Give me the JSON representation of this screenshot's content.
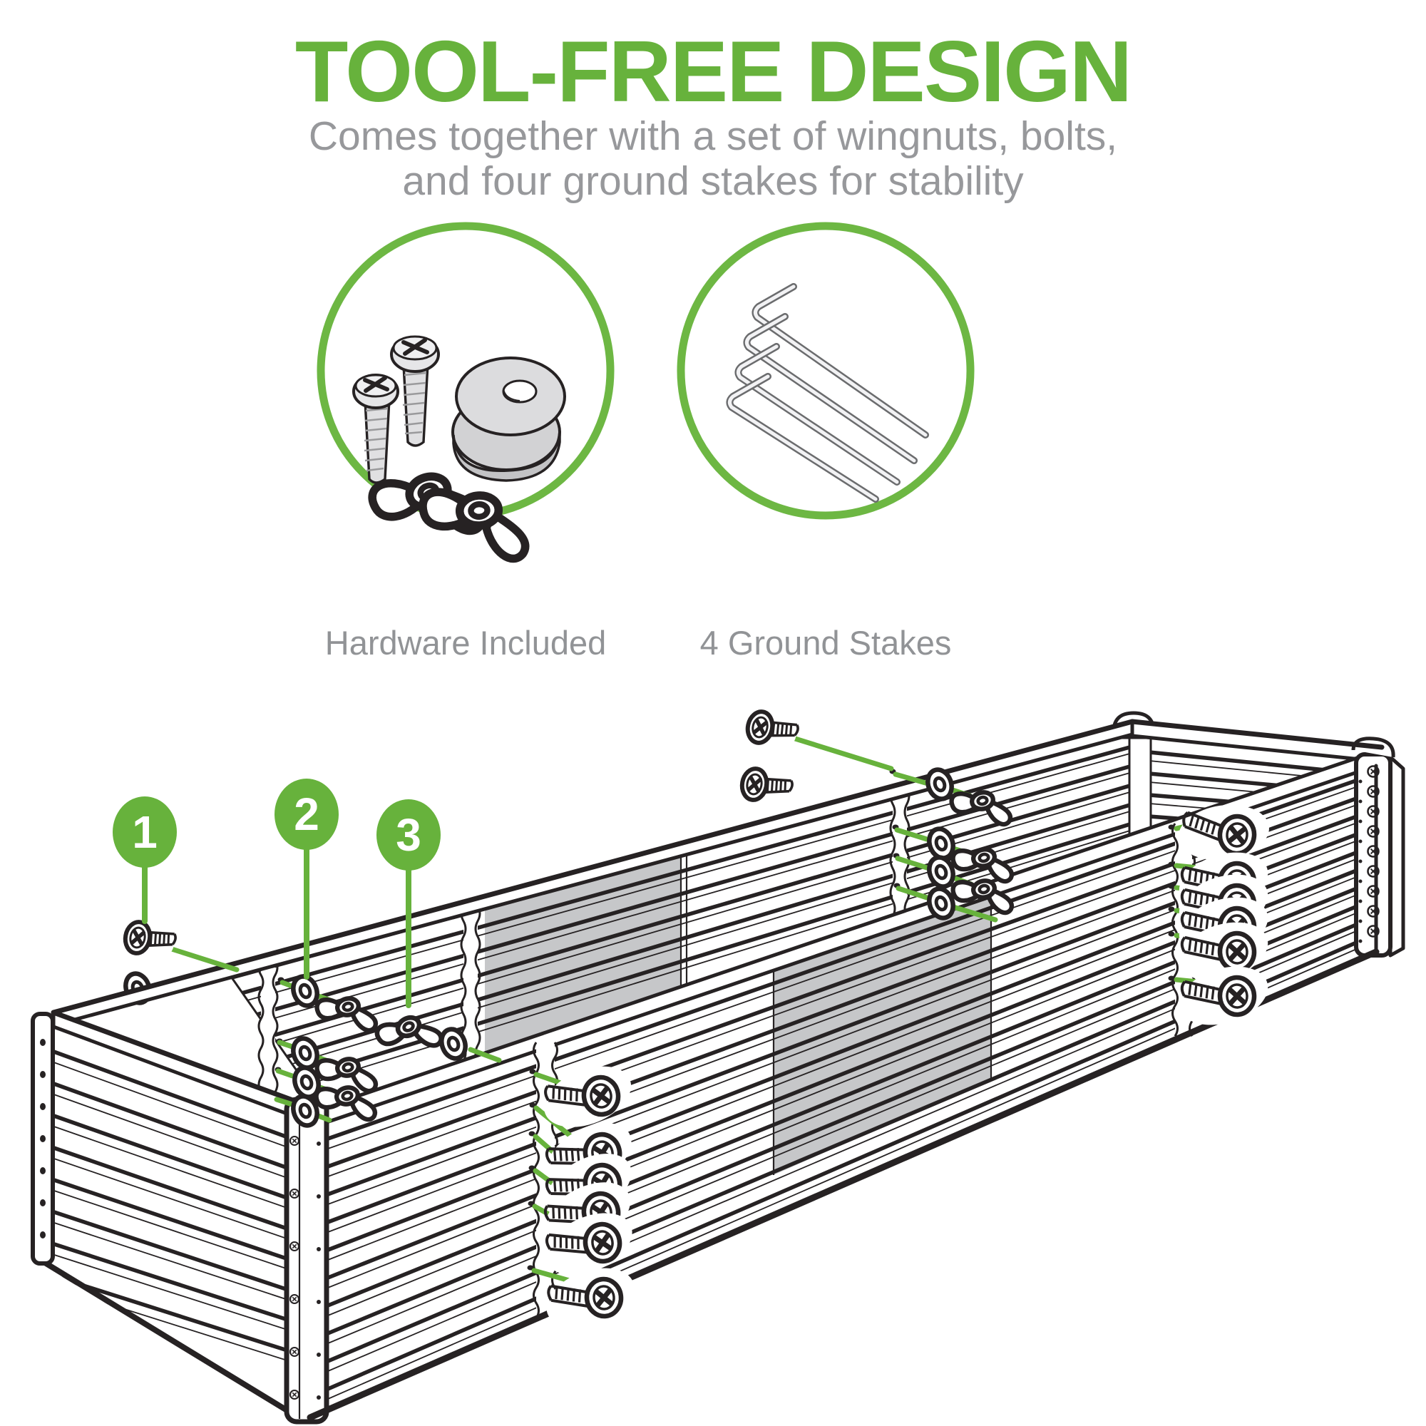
{
  "header": {
    "title": "TOOL-FREE DESIGN",
    "subtitle_line1": "Comes together with a set of wingnuts, bolts,",
    "subtitle_line2": "and four ground stakes for stability"
  },
  "features": [
    {
      "icon": "hardware-set-icon",
      "label": "Hardware Included",
      "contents": "two bolts, two washers, two wingnuts"
    },
    {
      "icon": "ground-stakes-icon",
      "label": "4 Ground Stakes",
      "contents": "four L-shaped metal stakes"
    }
  ],
  "diagram": {
    "subject": "corrugated metal raised garden bed, exploded assembly view",
    "callouts": [
      {
        "number": "1",
        "part": "bolt"
      },
      {
        "number": "2",
        "part": "washer"
      },
      {
        "number": "3",
        "part": "wingnut"
      }
    ]
  },
  "colors": {
    "accent_green": "#67b23c",
    "line_ink": "#262223",
    "panel_gray": "#c6c7c9",
    "hardware_gray": "#dcdcde",
    "subtitle_gray": "#97989b",
    "caption_gray": "#919396"
  }
}
